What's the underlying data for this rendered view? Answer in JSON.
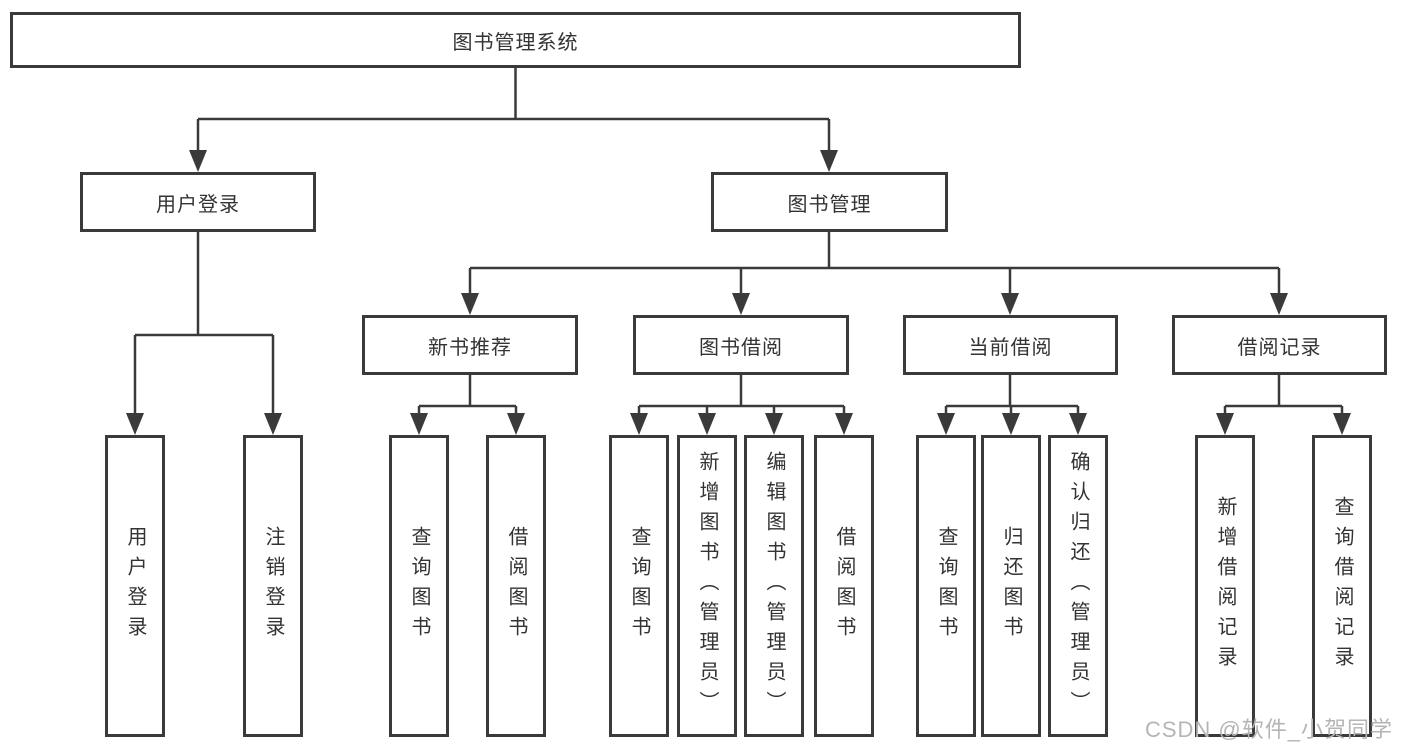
{
  "nodes": {
    "root": {
      "label": "图书管理系统"
    },
    "user_login": {
      "label": "用户登录"
    },
    "book_management": {
      "label": "图书管理"
    },
    "new_book_recommend": {
      "label": "新书推荐"
    },
    "book_borrowing": {
      "label": "图书借阅"
    },
    "current_borrowing": {
      "label": "当前借阅"
    },
    "borrowing_records": {
      "label": "借阅记录"
    },
    "leaf_user_login": {
      "label": "用户登录"
    },
    "leaf_logout": {
      "label": "注销登录"
    },
    "leaf_recommend_query_books": {
      "label": "查询图书"
    },
    "leaf_recommend_borrow_books": {
      "label": "借阅图书"
    },
    "leaf_borrowing_query_books": {
      "label": "查询图书"
    },
    "leaf_borrowing_add_books_admin": {
      "label": "新增图书（管理员）"
    },
    "leaf_borrowing_edit_books_admin": {
      "label": "编辑图书（管理员）"
    },
    "leaf_borrowing_borrow_books": {
      "label": "借阅图书"
    },
    "leaf_current_query_books": {
      "label": "查询图书"
    },
    "leaf_current_return_books": {
      "label": "归还图书"
    },
    "leaf_current_confirm_return_admin": {
      "label": "确认归还（管理员）"
    },
    "leaf_records_add_record": {
      "label": "新增借阅记录"
    },
    "leaf_records_query_record": {
      "label": "查询借阅记录"
    }
  },
  "watermark": {
    "text": "CSDN @软件_小贺同学"
  },
  "colors": {
    "line": "#3a3a3a",
    "text": "#333333",
    "watermark": "#b5b5b5",
    "background": "#ffffff"
  }
}
